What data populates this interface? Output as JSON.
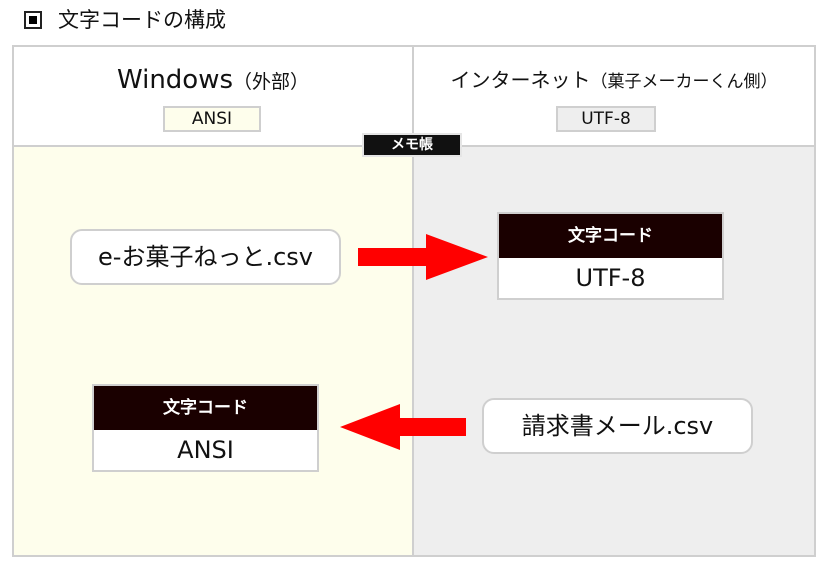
{
  "title": "文字コードの構成",
  "left": {
    "heading": "Windows",
    "heading_sub": "（外部）",
    "encoding": "ANSI"
  },
  "right": {
    "heading": "インターネット",
    "heading_sub": "（菓子メーカーくん側）",
    "encoding": "UTF-8"
  },
  "memo_label": "メモ帳",
  "flow_out": {
    "file": "e-お菓子ねっと.csv",
    "code_label": "文字コード",
    "code_value": "UTF-8"
  },
  "flow_in": {
    "file": "請求書メール.csv",
    "code_label": "文字コード",
    "code_value": "ANSI"
  },
  "colors": {
    "left_bg": "#fefeec",
    "right_bg": "#eeeeee",
    "arrow": "#ff0000",
    "code_header": "#1a0000"
  }
}
